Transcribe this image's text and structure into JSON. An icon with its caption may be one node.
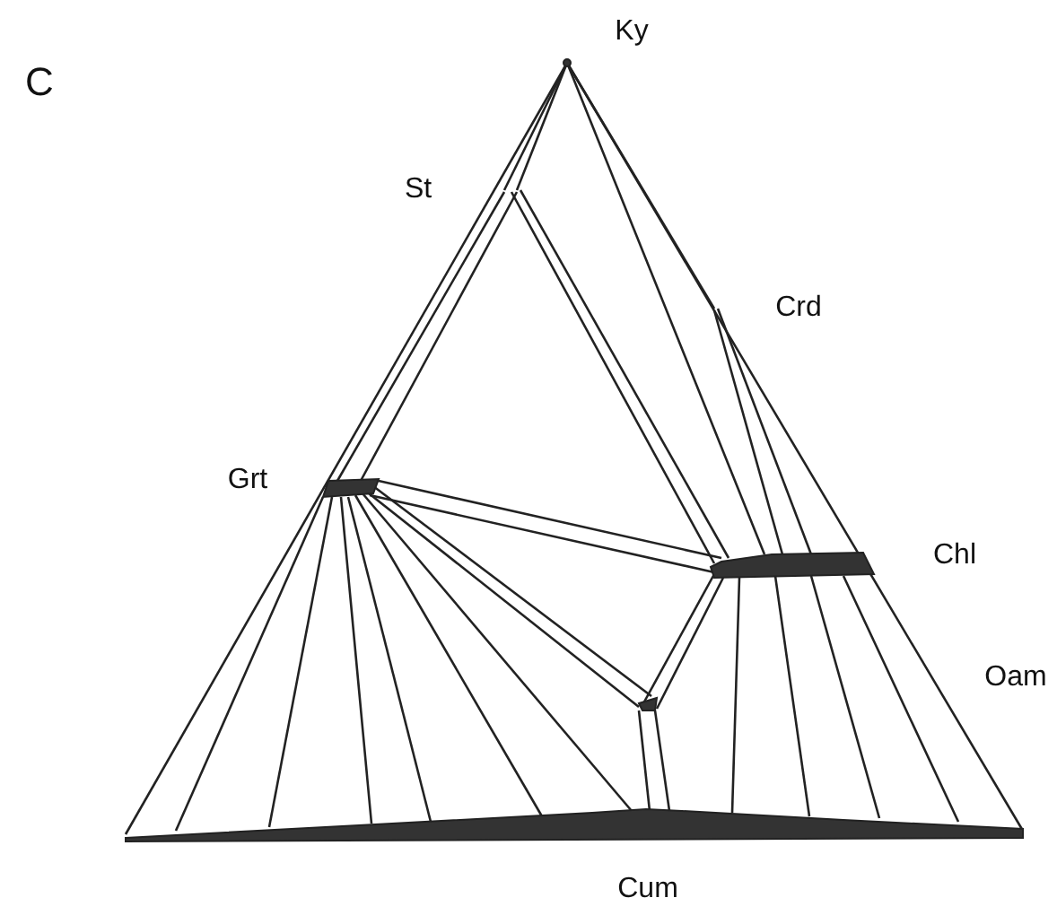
{
  "diagram": {
    "labels": [
      "C",
      "Ky",
      "St",
      "Crd",
      "Grt",
      "Chl",
      "Oam",
      "Cum"
    ]
  }
}
